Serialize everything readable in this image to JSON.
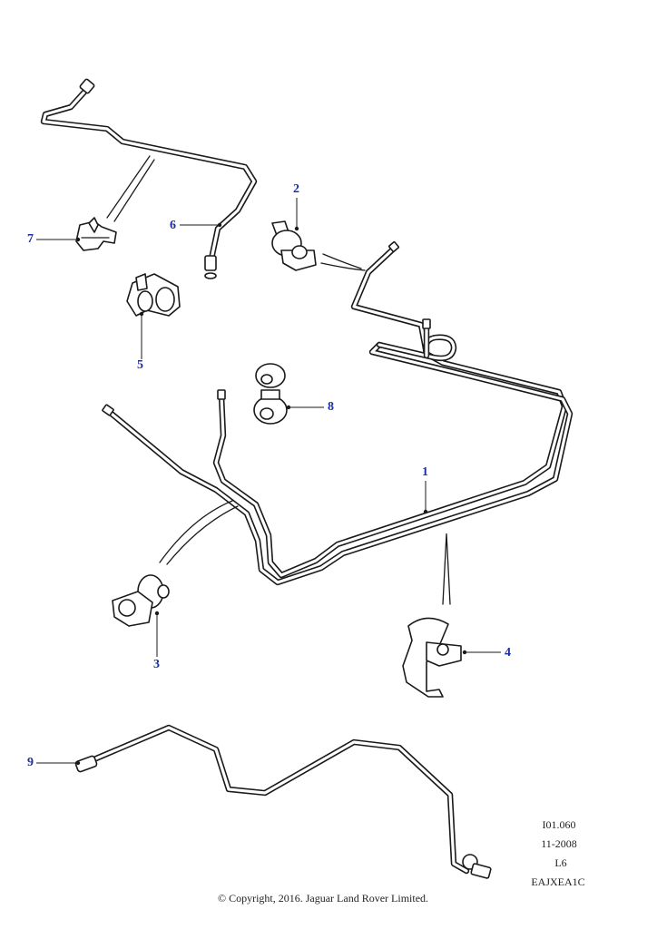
{
  "callouts": {
    "c1": "1",
    "c2": "2",
    "c3": "3",
    "c4": "4",
    "c5": "5",
    "c6": "6",
    "c7": "7",
    "c8": "8",
    "c9": "9"
  },
  "reference": {
    "code": "I01.060",
    "date": "11-2008",
    "variant": "L6",
    "drawing_id": "EAJXEA1C"
  },
  "copyright": "© Copyright, 2016. Jaguar Land Rover Limited.",
  "colors": {
    "callout_text": "#1b2fa0",
    "line_art": "#1a1a1a"
  }
}
